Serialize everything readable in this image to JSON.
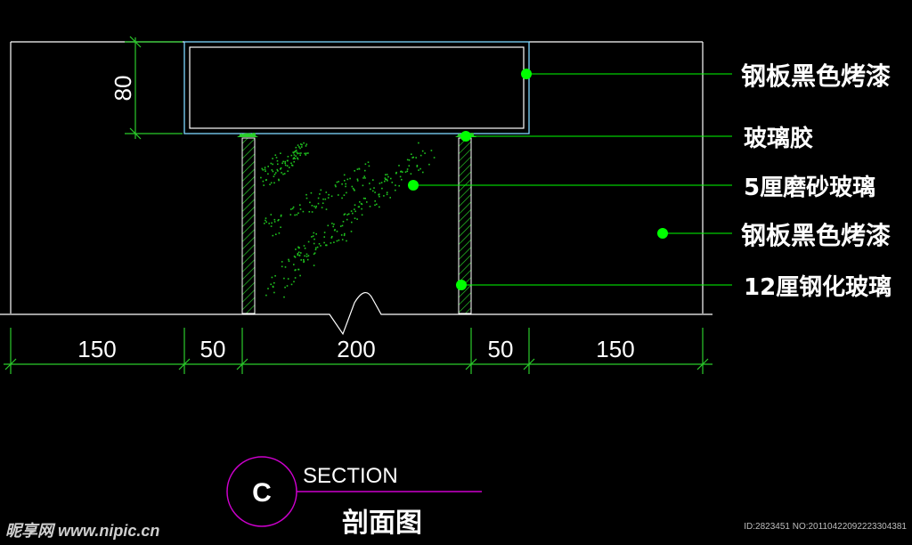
{
  "colors": {
    "background": "#000000",
    "outline": "#ffffff",
    "cyan": "#7fd8ff",
    "leader": "#00ff00",
    "symbol": "#cc00cc",
    "hatch": "#29d429"
  },
  "dimensions": {
    "vertical": "80",
    "horizontal": [
      "150",
      "50",
      "200",
      "50",
      "150"
    ]
  },
  "labels": [
    "钢板黑色烤漆",
    "玻璃胶",
    "5厘磨砂玻璃",
    "钢板黑色烤漆",
    "12厘钢化玻璃"
  ],
  "section": {
    "letter": "C",
    "title": "SECTION",
    "subtitle": "剖面图"
  },
  "watermark": "昵享网 www.nipic.cn",
  "image_id": "ID:2823451 NO:20110422092223304381"
}
